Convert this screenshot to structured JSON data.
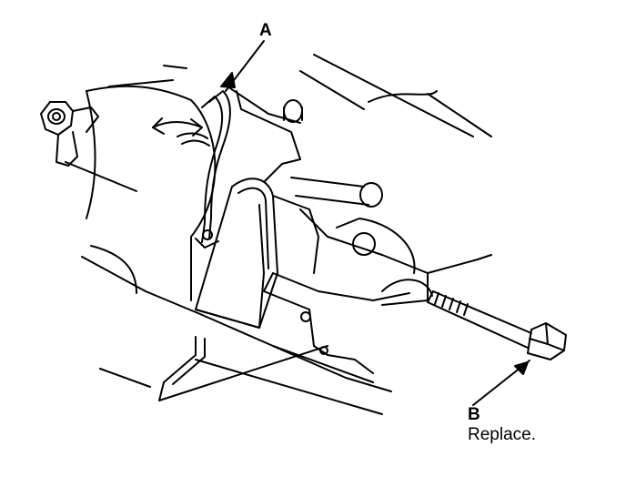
{
  "callouts": {
    "a": {
      "letter": "A"
    },
    "b": {
      "letter": "B",
      "note": "Replace."
    }
  },
  "colors": {
    "line": "#000000",
    "paper": "#ffffff"
  },
  "icons": {
    "movement": "double-headed-arrow-icon"
  }
}
